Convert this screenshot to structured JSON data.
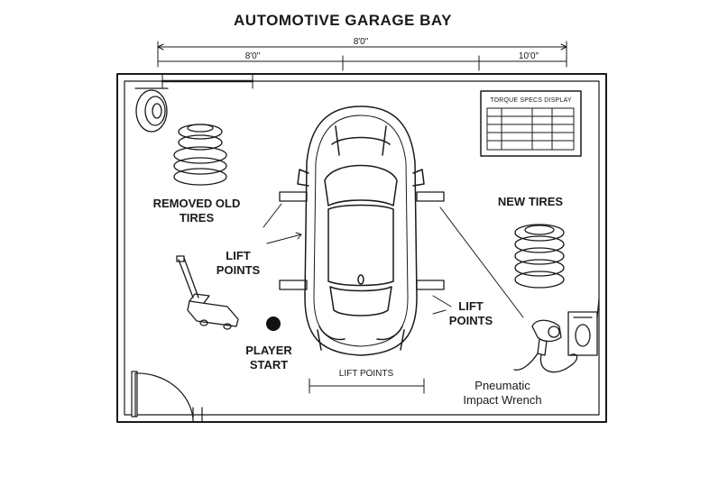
{
  "title": "AUTOMOTIVE GARAGE BAY",
  "dimensions": {
    "overall": "8'0\"",
    "left": "8'0\"",
    "right": "10'0\""
  },
  "labels": {
    "removed_tires": [
      "REMOVED OLD",
      "TIRES"
    ],
    "new_tires": "NEW TIRES",
    "lift_points_left": [
      "LIFT",
      "POINTS"
    ],
    "lift_points_right": [
      "LIFT",
      "POINTS"
    ],
    "lift_points_bottom": "LIFT POINTS",
    "player_start": [
      "PLAYER",
      "START"
    ],
    "impact_wrench": [
      "Pneumatic",
      "Impact Wrench"
    ],
    "torque_display": "TORQUE SPECS DISPLAY"
  },
  "colors": {
    "ink": "#1a1a1a",
    "paper": "#ffffff",
    "player_marker": "#111111"
  },
  "icons": [
    "car-top-view-icon",
    "tire-stack-icon",
    "spare-tire-icon",
    "floor-jack-icon",
    "impact-wrench-icon",
    "air-compressor-icon",
    "door-icon",
    "player-start-marker"
  ]
}
